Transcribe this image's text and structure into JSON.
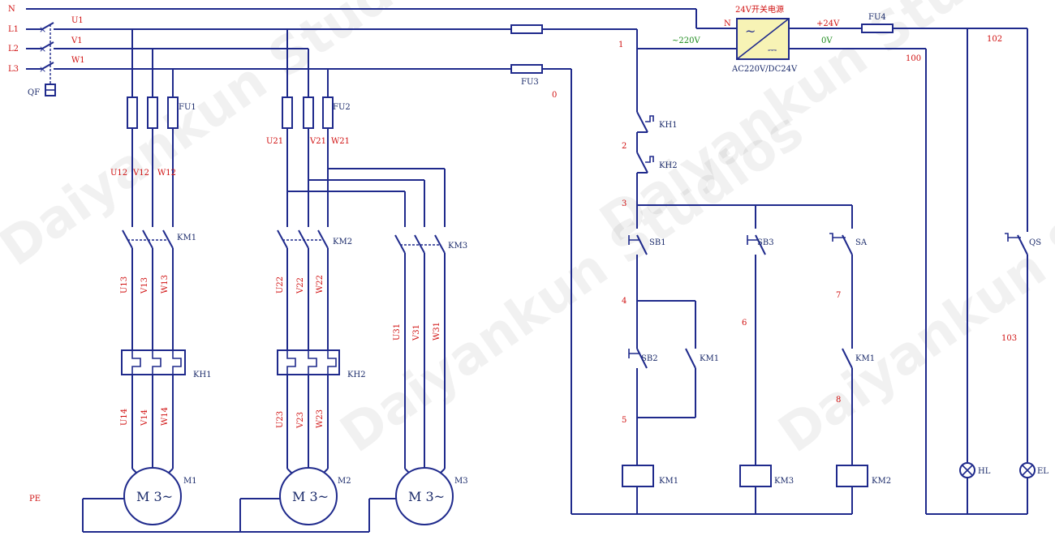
{
  "watermark": "Daiyankun Studios",
  "power": {
    "lines": [
      "N",
      "L1",
      "L2",
      "L3"
    ],
    "phases": [
      "U1",
      "V1",
      "W1"
    ],
    "breaker": "QF",
    "pe": "PE"
  },
  "supply": {
    "title": "24V开关电源",
    "model": "AC220V/DC24V",
    "in_label": "~220V",
    "pos": "+24V",
    "neg": "0V",
    "n_label": "N",
    "ac_symbol": "~",
    "dc_symbol": "⎓"
  },
  "fuses": [
    "FU1",
    "FU2",
    "FU3",
    "FU4"
  ],
  "branch1": {
    "fuse_out": [
      "U12",
      "V12",
      "W12"
    ],
    "contactor": "KM1",
    "mid": [
      "U13",
      "V13",
      "W13"
    ],
    "relay": "KH1",
    "bottom": [
      "U14",
      "V14",
      "W14"
    ],
    "motor": "M1"
  },
  "branch2": {
    "fuse_out": [
      "U21",
      "V21",
      "W21"
    ],
    "contactor": "KM2",
    "mid": [
      "U22",
      "V22",
      "W22"
    ],
    "relay": "KH2",
    "bottom": [
      "U23",
      "V23",
      "W23"
    ],
    "motor": "M2"
  },
  "branch3": {
    "contactor": "KM3",
    "mid": [
      "U31",
      "V31",
      "W31"
    ],
    "motor": "M3"
  },
  "motor_symbol": "M 3~",
  "control": {
    "kh1": "KH1",
    "kh2": "KH2",
    "sb1": "SB1",
    "sb2": "SB2",
    "sb3": "SB3",
    "sa": "SA",
    "qs": "QS",
    "km1_aux": "KM1",
    "km1_aux2": "KM1",
    "coil1": "KM1",
    "coil2": "KM3",
    "coil3": "KM2",
    "hl": "HL",
    "el": "EL"
  },
  "nodes": {
    "n0": "0",
    "n1": "1",
    "n2": "2",
    "n3": "3",
    "n4": "4",
    "n5": "5",
    "n6": "6",
    "n7": "7",
    "n8": "8",
    "n100": "100",
    "n102": "102",
    "n103": "103"
  }
}
